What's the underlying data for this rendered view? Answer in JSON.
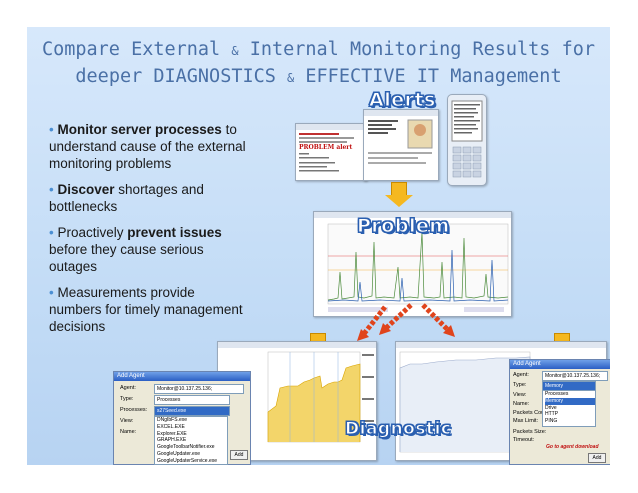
{
  "title": {
    "line1_a": "Compare External",
    "line1_amp": "&",
    "line1_b": "Internal Monitoring Results for",
    "line2_a": "deeper DIAGNOSTICS",
    "line2_amp": "&",
    "line2_b": "EFFECTIVE IT Management"
  },
  "bullets": [
    {
      "bold": "Monitor server processes",
      "rest": " to understand cause of the external monitoring problems",
      "bold_first": true
    },
    {
      "bold": "Discover",
      "rest": " shortages and bottlenecks",
      "bold_first": true
    },
    {
      "pre": " Proactively ",
      "bold": "prevent issues",
      "rest": " before they cause serious outages"
    },
    {
      "rest": " Measurements provide numbers for timely management decisions"
    }
  ],
  "stamps": {
    "alerts": "Alerts",
    "problem": "Problem",
    "diagnostic": "Diagnostic"
  },
  "alert_card": {
    "heading": "PROBLEM alert"
  },
  "add_agent_left": {
    "title": "Add Agent",
    "agent_label": "Agent:",
    "agent_value": "Monitor@10.137.25.136;",
    "type_label": "Type:",
    "type_value": "Processes",
    "processes_label": "Processes:",
    "processes_value": "s27Seed.exe",
    "view_label": "View:",
    "name_label": "Name:",
    "options": [
      "DNgIbFS.exe",
      "EXCEL.EXE",
      "Explorer.EXE",
      "GRAPH.EXE",
      "GoogleToolbarNotifier.exe",
      "GoogleUpdater.exe",
      "GoogleUpdaterService.exe"
    ],
    "add_button": "Add"
  },
  "add_agent_right": {
    "title": "Add Agent",
    "agent_label": "Agent:",
    "agent_value": "Monitor@10.137.25.136;",
    "type_label": "Type:",
    "type_value": "Memory",
    "view_label": "View:",
    "name_label": "Name:",
    "packets_count_label": "Packets Count:",
    "max_limit_label": "Max Limit:",
    "packets_size_label": "Packets Size:",
    "timeout_label": "Timeout:",
    "options": [
      "Processes",
      "Memory",
      "Drive",
      "HTTP",
      "PING"
    ],
    "link": "Go to agent download",
    "add_button": "Add"
  },
  "colors": {
    "accent": "#4a70a6",
    "bullet": "#4b8fd3",
    "stamp_outline": "#2a5fb0",
    "arrow": "#f5b820",
    "red_arrow": "#e0441c"
  }
}
